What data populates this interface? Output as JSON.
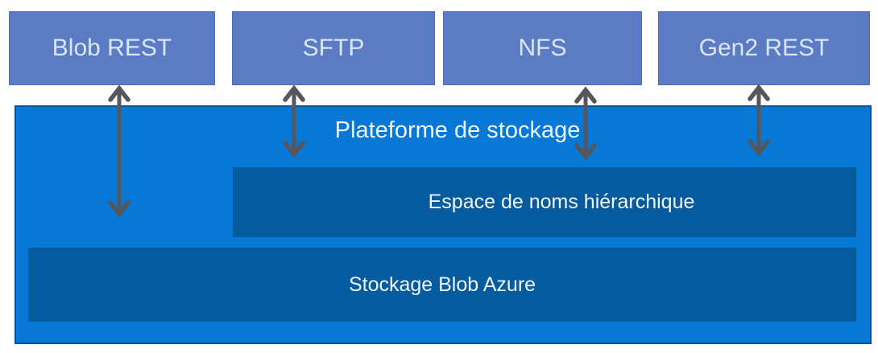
{
  "colors": {
    "protocol_box_fill": "#5b7cc4",
    "protocol_box_border": "#4c6cb3",
    "platform_fill": "#0778d6",
    "platform_border": "#0a519c",
    "layer_fill": "#065a9e",
    "arrow": "#56575a",
    "protocol_label_text": "#d9e6f7",
    "platform_label_text": "#eef6fd"
  },
  "diagram": {
    "protocols": [
      {
        "id": "blob-rest",
        "label": "Blob REST"
      },
      {
        "id": "sftp",
        "label": "SFTP"
      },
      {
        "id": "nfs",
        "label": "NFS"
      },
      {
        "id": "gen2-rest",
        "label": "Gen2 REST"
      }
    ],
    "platform": {
      "title": "Plateforme de stockage",
      "layers": [
        {
          "id": "hierarchical-namespace",
          "label": "Espace de noms hiérarchique"
        },
        {
          "id": "azure-blob-storage",
          "label": "Stockage Blob Azure"
        }
      ]
    },
    "connectors": [
      {
        "from": "Blob REST",
        "to": "Stockage Blob Azure",
        "type": "double-arrow"
      },
      {
        "from": "SFTP",
        "to": "Espace de noms hiérarchique",
        "type": "double-arrow"
      },
      {
        "from": "NFS",
        "to": "Espace de noms hiérarchique",
        "type": "double-arrow"
      },
      {
        "from": "Gen2 REST",
        "to": "Espace de noms hiérarchique",
        "type": "double-arrow"
      }
    ]
  }
}
